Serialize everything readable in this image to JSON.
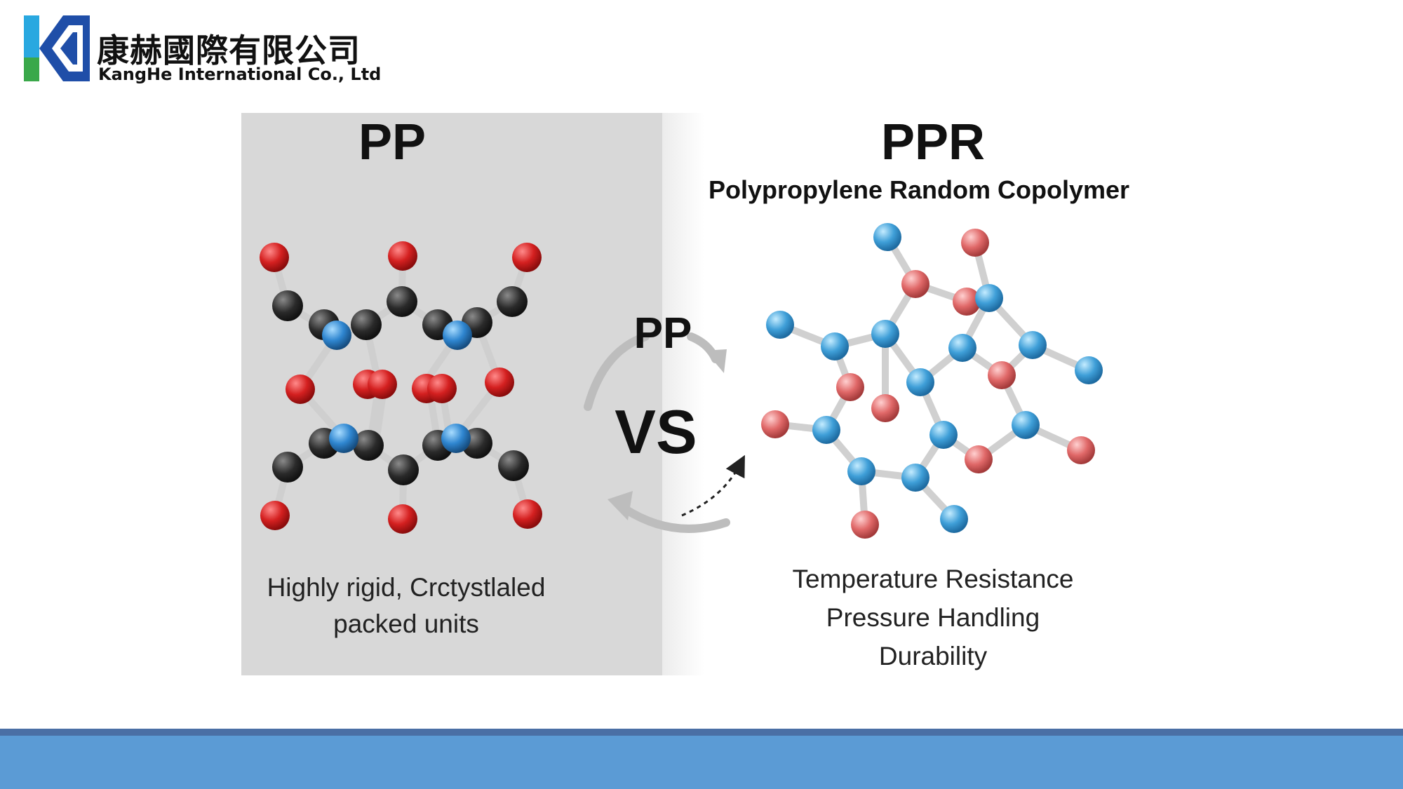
{
  "company": {
    "name_cn": "康赫國際有限公司",
    "name_en": "KangHe International Co., Ltd"
  },
  "left_panel": {
    "title": "PP",
    "description": [
      "Highly rigid, Crctystlaled",
      "packed units"
    ]
  },
  "right_panel": {
    "title": "PPR",
    "subtitle": "Polypropylene Random Copolymer",
    "properties": [
      "Temperature Resistance",
      "Pressure Handling",
      "Durability"
    ]
  },
  "center": {
    "top_label": "PP",
    "vs_label": "VS"
  },
  "colors": {
    "pp_panel": "#d8d8d8",
    "carbon": "#2a2a2a",
    "oxygen": "#d42020",
    "nitrogen_blue": "#2f86d0",
    "ppr_blue": "#3f9fd8",
    "ppr_red": "#e06868",
    "footer_band": "#5b9bd5",
    "footer_line": "#4a6fa5",
    "logo_blue": "#1f4ea8",
    "logo_cyan": "#29a8e0",
    "logo_green": "#3aa84a"
  },
  "icons": [
    "logo-k-mark",
    "cycle-arrow-icon"
  ]
}
